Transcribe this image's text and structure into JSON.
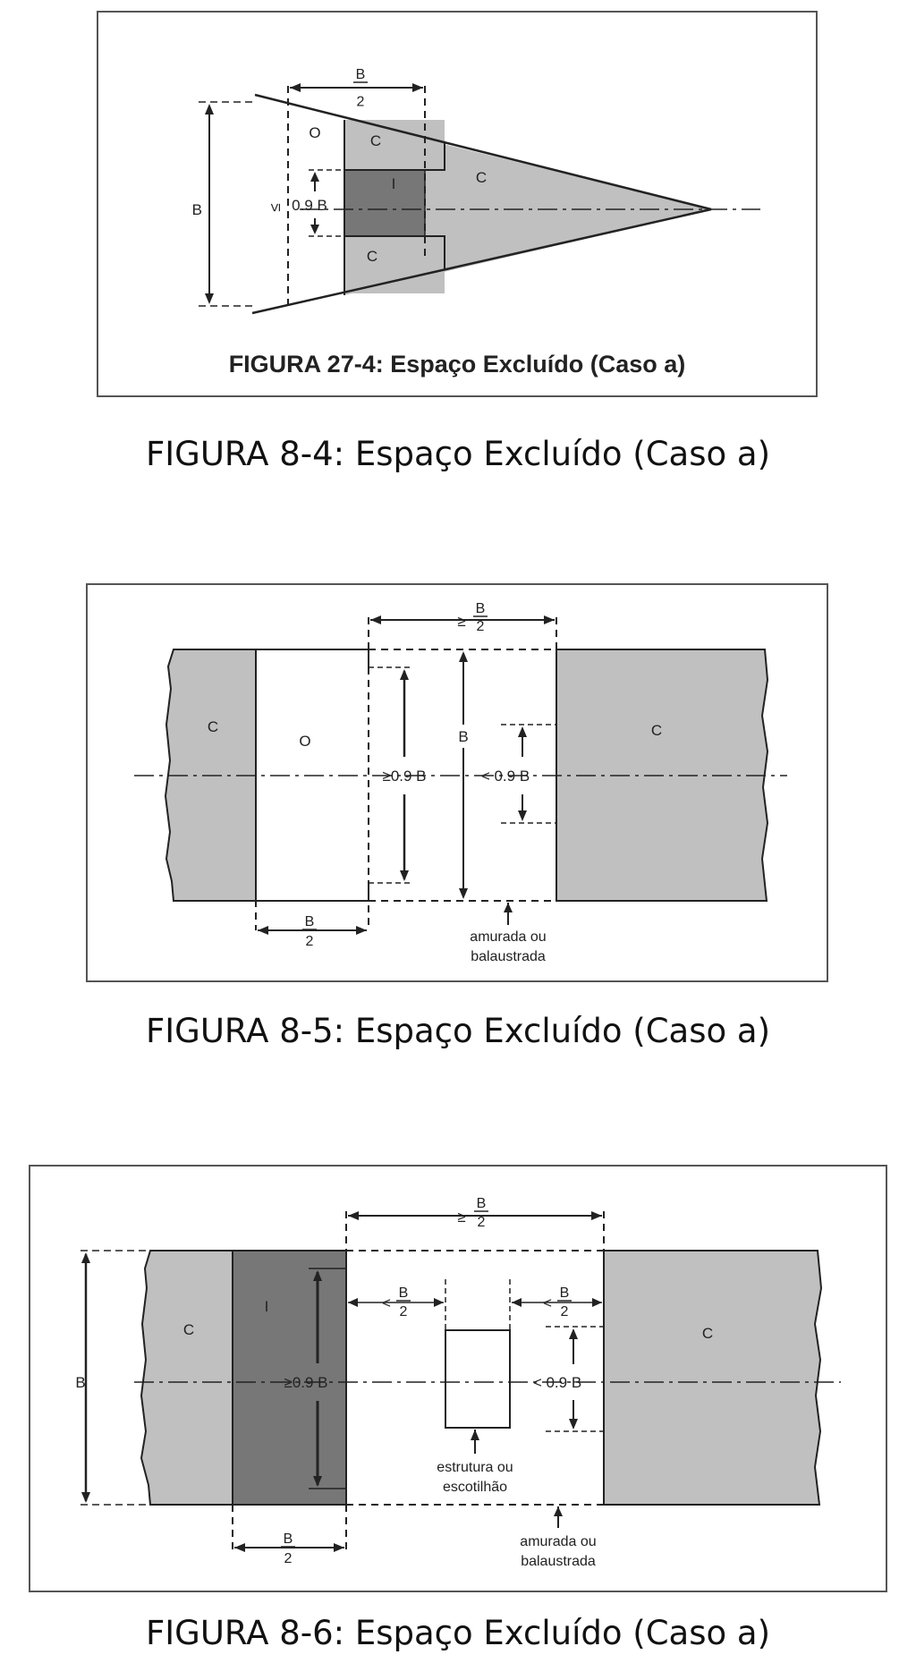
{
  "figures": [
    {
      "inner_caption": "FIGURA 27-4: Espaço Excluído (Caso a)",
      "caption": "FIGURA 8-4: Espaço Excluído (Caso a)",
      "labels": {
        "b": "B",
        "b_num": "B",
        "b_den": "2",
        "o": "O",
        "c_top": "C",
        "c_mid": "C",
        "c_bot": "C",
        "i": "I",
        "rel": "≤",
        "val": "0.9 B"
      }
    },
    {
      "caption": "FIGURA 8-5: Espaço Excluído (Caso a)",
      "labels": {
        "top_rel": "≥",
        "top_num": "B",
        "top_den": "2",
        "c_left": "C",
        "o": "O",
        "c_right": "C",
        "ge_val": "≥0.9 B",
        "b": "B",
        "lt_val": "< 0.9 B",
        "bot_num": "B",
        "bot_den": "2",
        "note_1": "amurada ou",
        "note_2": "balaustrada"
      }
    },
    {
      "caption": "FIGURA 8-6: Espaço Excluído (Caso a)",
      "labels": {
        "top_rel": "≥",
        "top_num": "B",
        "top_den": "2",
        "b": "B",
        "c_left": "C",
        "i": "I",
        "ge_val": "≥0.9 B",
        "lt_a": "<",
        "a_num": "B",
        "a_den": "2",
        "lt_b": "<",
        "b_num": "B",
        "b_den": "2",
        "lt_val": "< 0.9 B",
        "c_right": "C",
        "struct_1": "estrutura ou",
        "struct_2": "escotilhão",
        "bot_num": "B",
        "bot_den": "2",
        "note_1": "amurada ou",
        "note_2": "balaustrada"
      }
    }
  ],
  "colors": {
    "light_fill": "#c0c0c0",
    "dark_fill": "#777777",
    "line": "#222222"
  }
}
